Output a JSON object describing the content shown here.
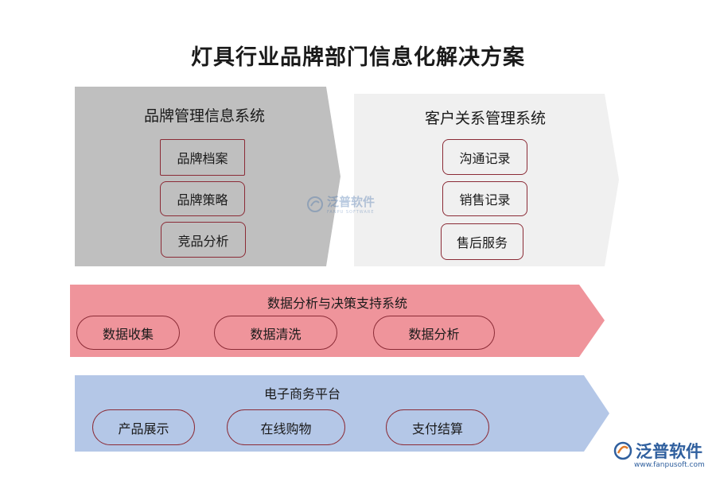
{
  "title": "灯具行业品牌部门信息化解决方案",
  "colors": {
    "gray_panel": "#bfbfbf",
    "light_panel": "#f0f0f0",
    "red_panel": "#ef949b",
    "blue_panel": "#b4c7e7",
    "box_border": "#8b2b36",
    "logo_blue": "#2f5f9e"
  },
  "brand_system": {
    "title": "品牌管理信息系统",
    "items": [
      "品牌档案",
      "品牌策略",
      "竞品分析"
    ]
  },
  "crm_system": {
    "title": "客户关系管理系统",
    "items": [
      "沟通记录",
      "销售记录",
      "售后服务"
    ]
  },
  "analytics_system": {
    "title": "数据分析与决策支持系统",
    "items": [
      "数据收集",
      "数据清洗",
      "数据分析"
    ]
  },
  "ecommerce": {
    "title": "电子商务平台",
    "items": [
      "产品展示",
      "在线购物",
      "支付结算"
    ]
  },
  "watermark": {
    "name": "泛普软件",
    "sub": "FANPU SOFTWARE"
  },
  "logo": {
    "name": "泛普软件",
    "url": "www.fanpusoft.com",
    "icon": "fanpu-logo-icon"
  }
}
